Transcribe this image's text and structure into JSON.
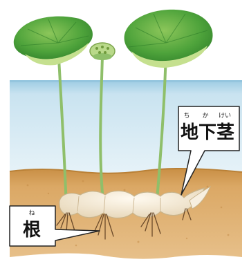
{
  "labels": {
    "rhizome": {
      "text": "地下茎",
      "ruby": [
        "ち",
        "か",
        "けい"
      ]
    },
    "root": {
      "text": "根",
      "ruby": "ね"
    }
  },
  "colors": {
    "water": "#cfe6f2",
    "water_surface": "#9ccbe3",
    "soil": "#d9a55a",
    "soil_dark": "#b98036",
    "leaf": "#3f9a34",
    "leaf_light": "#8cc65a",
    "stem": "#8fbf6a",
    "rhizome": "#f4ead8",
    "seedpod": "#b9d98a",
    "root": "#6b4a2a",
    "callout_border": "#222222"
  }
}
